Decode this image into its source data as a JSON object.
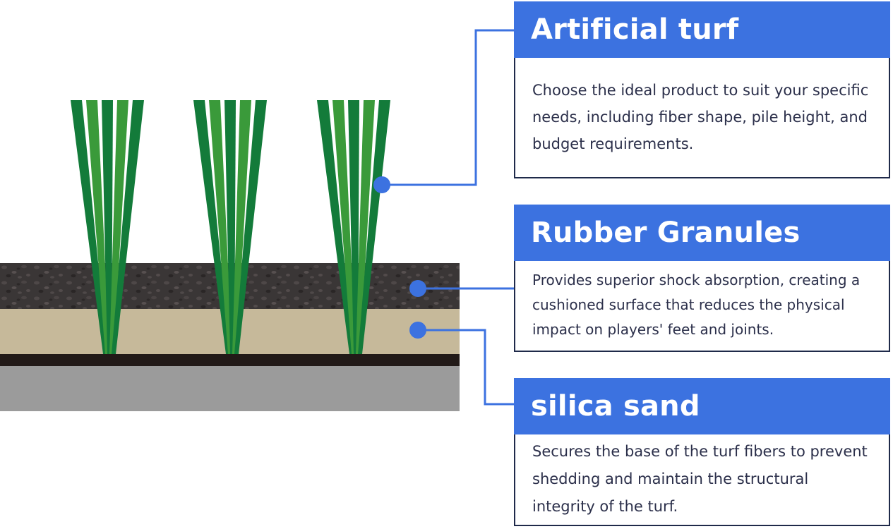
{
  "colors": {
    "accent_blue": "#3c72e0",
    "card_border": "#1f2a4a",
    "text_dark": "#2b2f4a",
    "fiber_dark": "#137b3a",
    "fiber_light": "#3a9a3a",
    "rubber_layer": "#3a3636",
    "sand_layer": "#c6b99a",
    "backing_layer": "#221a18",
    "base_layer": "#9b9b9b"
  },
  "layers": [
    {
      "id": "turf",
      "title": "Artificial turf",
      "description": "Choose the ideal product to suit your specific needs, including fiber shape, pile height, and budget requirements."
    },
    {
      "id": "rubber",
      "title": "Rubber Granules",
      "description": "Provides superior shock absorption, creating a cushioned surface that reduces the physical impact on players' feet and joints."
    },
    {
      "id": "sand",
      "title": "silica sand",
      "description": "Secures the base of the turf fibers to prevent shedding and maintain the structural integrity of the turf."
    }
  ]
}
